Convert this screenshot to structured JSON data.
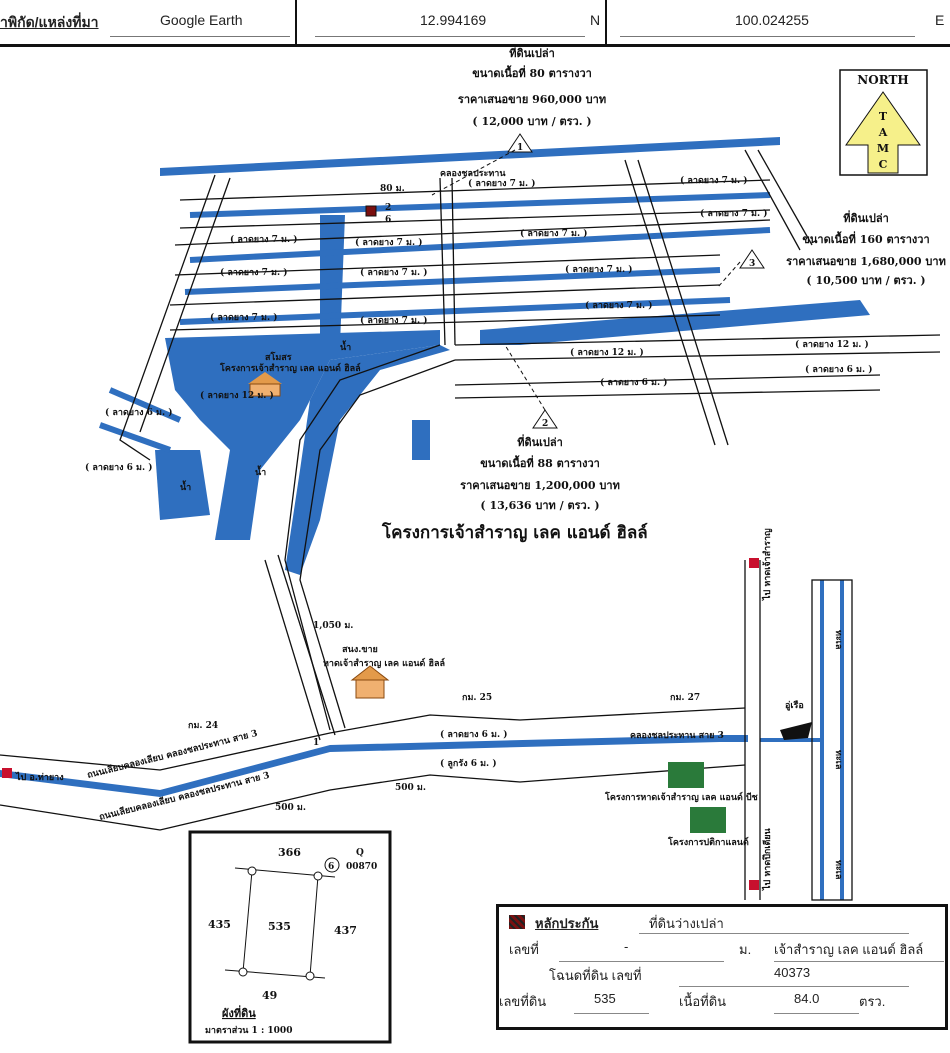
{
  "header": {
    "source_label": "าพิกัด/แหล่งที่มา",
    "source_value": "Google Earth",
    "latitude": "12.994169",
    "lat_dir": "N",
    "longitude": "100.024255",
    "lon_dir": "E"
  },
  "colors": {
    "water": "#2f6fbf",
    "marker": "#c8102e",
    "compass_fill": "#f6f08a",
    "compass_text": "#1c3f8f"
  },
  "compass": {
    "north": "NORTH",
    "letters": [
      "T",
      "A",
      "M",
      "C"
    ]
  },
  "callouts": [
    {
      "num": "1",
      "title": "ที่ดินเปล่า",
      "area": "ขนาดเนื้อที่ 80 ตารางวา",
      "price": "ราคาเสนอขาย 960,000  บาท",
      "unit_price": "( 12,000 บาท / ตรว. )"
    },
    {
      "num": "2",
      "title": "ที่ดินเปล่า",
      "area": "ขนาดเนื้อที่ 88 ตารางวา",
      "price": "ราคาเสนอขาย 1,200,000  บาท",
      "unit_price": "( 13,636 บาท / ตรว. )"
    },
    {
      "num": "3",
      "title": "ที่ดินเปล่า",
      "area": "ขนาดเนื้อที่ 160 ตารางวา",
      "price": "ราคาเสนอขาย 1,680,000  บาท",
      "unit_price": "( 10,500 บาท / ตรว. )"
    }
  ],
  "map": {
    "project_title": "โครงการเจ้าสำราญ เลค แอนด์ ฮิลล์",
    "canal_top": "คลองชลประทาน",
    "road_7m": "( ลาดยาง 7 ม. )",
    "road_12m": "( ลาดยาง 12 ม. )",
    "road_6m": "( ลาดยาง 6 ม. )",
    "laterite_6m": "( ลูกรัง 6 ม. )",
    "water": "น้ำ",
    "club": "สโมสร",
    "club_project": "โครงการเจ้าสำราญ เลค แอนด์ ฮิลล์",
    "dist_80": "80 ม.",
    "dist_1050": "1,050 ม.",
    "dist_500a": "500 ม.",
    "dist_500b": "500 ม.",
    "sales_office": "สนง.ขาย",
    "sales_office_name": "หาดเจ้าสำราญ เลค แอนด์ ฮิลล์",
    "km24": "กม. 24",
    "km25": "กม. 25",
    "km27": "กม. 27",
    "to_thayang": "ไป อ.ท่ายาง",
    "canal_road": "ถนนเลียบคลองเลียบ คลองชลประทาน สาย 3",
    "canal_3": "คลองชลประทาน สาย 3",
    "boatyard": "อู่เรือ",
    "sea": "ทะเล",
    "to_chaosamran": "ไป หาดเจ้าสำราญ",
    "to_puektian": "ไป หาดปึกเตียน",
    "beach_project": "โครงการหาดเจ้าสำราญ เลค แอนด์ บีช",
    "patika_project": "โครงการปติกาแลนด์",
    "point_1": "1",
    "point_5": "2",
    "point_6": "6"
  },
  "parcel": {
    "north": "366",
    "west": "435",
    "center": "535",
    "east": "437",
    "south": "49",
    "marker": "6",
    "marker_code": "00870",
    "q": "Q",
    "title": "ผังที่ดิน",
    "scale": "มาตราส่วน 1 : 1000"
  },
  "legend": {
    "collateral": "หลักประกัน",
    "collateral_type": "ที่ดินว่างเปล่า",
    "no_label": "เลขที่",
    "no_value": "-",
    "moo_label": "ม.",
    "moo_value": "เจ้าสำราญ เลค แอนด์ ฮิลล์",
    "deed_label": "โฉนดที่ดิน เลขที่",
    "deed_value": "40373",
    "land_no_label": "เลขที่ดิน",
    "land_no_value": "535",
    "area_label": "เนื้อที่ดิน",
    "area_value": "84.0",
    "area_unit": "ตรว."
  }
}
